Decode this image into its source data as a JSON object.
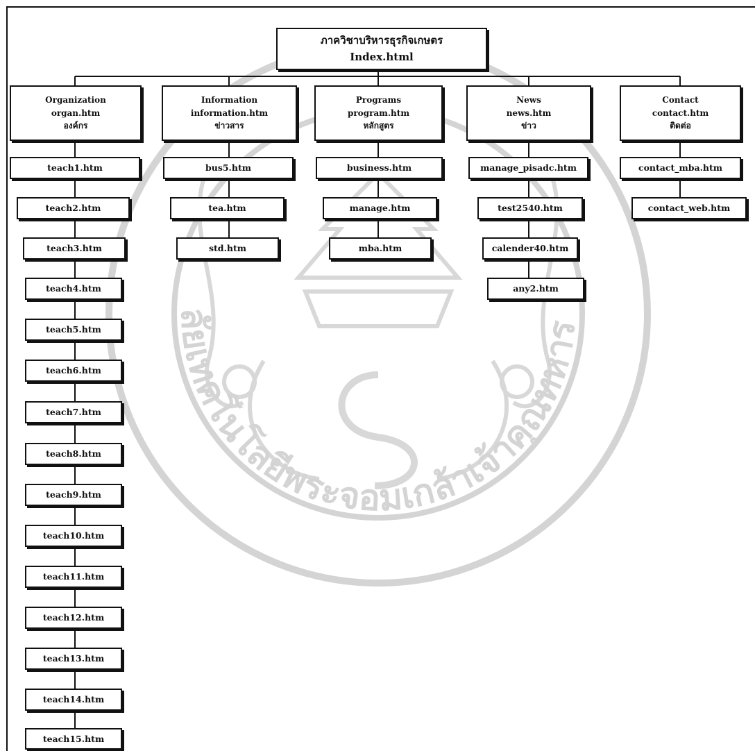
{
  "root": {
    "title_th": "ภาควิชาบริหารธุรกิจเกษตร",
    "file": "Index.html"
  },
  "sections": [
    {
      "title": "Organization",
      "file": "organ.htm",
      "title_th": "องค์กร",
      "pages": [
        "teach1.htm",
        "teach2.htm",
        "teach3.htm",
        "teach4.htm",
        "teach5.htm",
        "teach6.htm",
        "teach7.htm",
        "teach8.htm",
        "teach9.htm",
        "teach10.htm",
        "teach11.htm",
        "teach12.htm",
        "teach13.htm",
        "teach14.htm",
        "teach15.htm"
      ]
    },
    {
      "title": "Information",
      "file": "information.htm",
      "title_th": "ข่าวสาร",
      "pages": [
        "bus5.htm",
        "tea.htm",
        "std.htm"
      ]
    },
    {
      "title": "Programs",
      "file": "program.htm",
      "title_th": "หลักสูตร",
      "pages": [
        "business.htm",
        "manage.htm",
        "mba.htm"
      ]
    },
    {
      "title": "News",
      "file": "news.htm",
      "title_th": "ข่าว",
      "pages": [
        "manage_pisadc.htm",
        "test2540.htm",
        "calender40.htm",
        "any2.htm"
      ]
    },
    {
      "title": "Contact",
      "file": "contact.htm",
      "title_th": "ติดต่อ",
      "pages": [
        "contact_mba.htm",
        "contact_web.htm"
      ]
    }
  ],
  "watermark": {
    "icon": "university-seal-icon",
    "text": "มหาวิทยาลัยเทคโนโลยีพระจอมเกล้าเจ้าคุณทหารลาดกระบัง",
    "color": "#d4d4d4"
  }
}
